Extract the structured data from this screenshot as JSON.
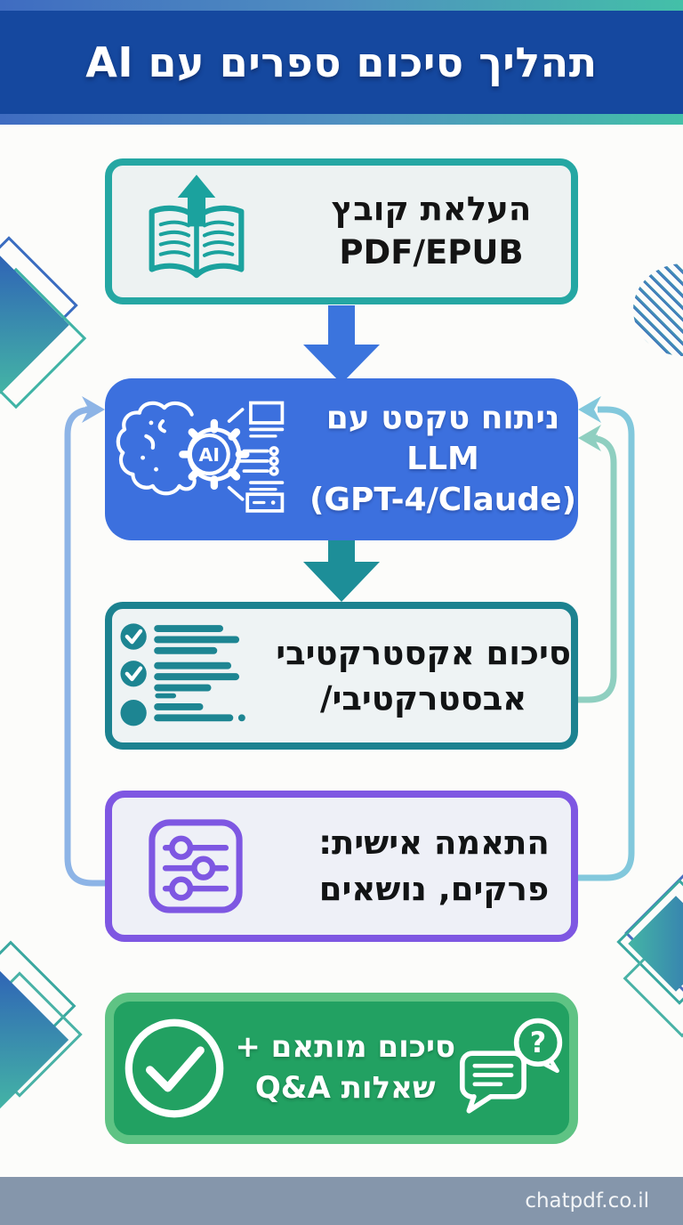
{
  "header": {
    "title": "תהליך סיכום ספרים עם AI"
  },
  "steps": {
    "upload": {
      "line1": "העלאת קובץ",
      "line2": "PDF/EPUB"
    },
    "analyze": {
      "line1": "ניתוח טקסט עם",
      "line2": "LLM",
      "line3": "(GPT-4/Claude)",
      "icon_label": "AI"
    },
    "summary": {
      "line1": "סיכום אקסטרקטיבי",
      "line2": "אבסטרקטיבי/"
    },
    "customize": {
      "line1": "התאמה אישית:",
      "line2": "פרקים, נושאים"
    },
    "result": {
      "line1": "סיכום מותאם +",
      "line2": "שאלות Q&A",
      "question_mark": "?"
    }
  },
  "footer": {
    "site": "chatpdf.co.il"
  },
  "colors": {
    "header_bg": "#15489f",
    "gradient_strip": [
      "#3f6cc1",
      "#43c0a8"
    ],
    "step_blue": "#3c70de",
    "teal_border_1": "#25a7a3",
    "teal_border_3": "#1c8290",
    "teal_arrow": "#1d8e98",
    "blue_arrow": "#3b74dd",
    "purple": "#7e57e2",
    "green_bg": "#22a162",
    "green_border": "#5fc384",
    "loop_left": "#8db4e6",
    "loop_right_outer": "#82c8dc",
    "loop_right_inner": "#8fcfc0",
    "footer_bg": "#8596ab"
  }
}
